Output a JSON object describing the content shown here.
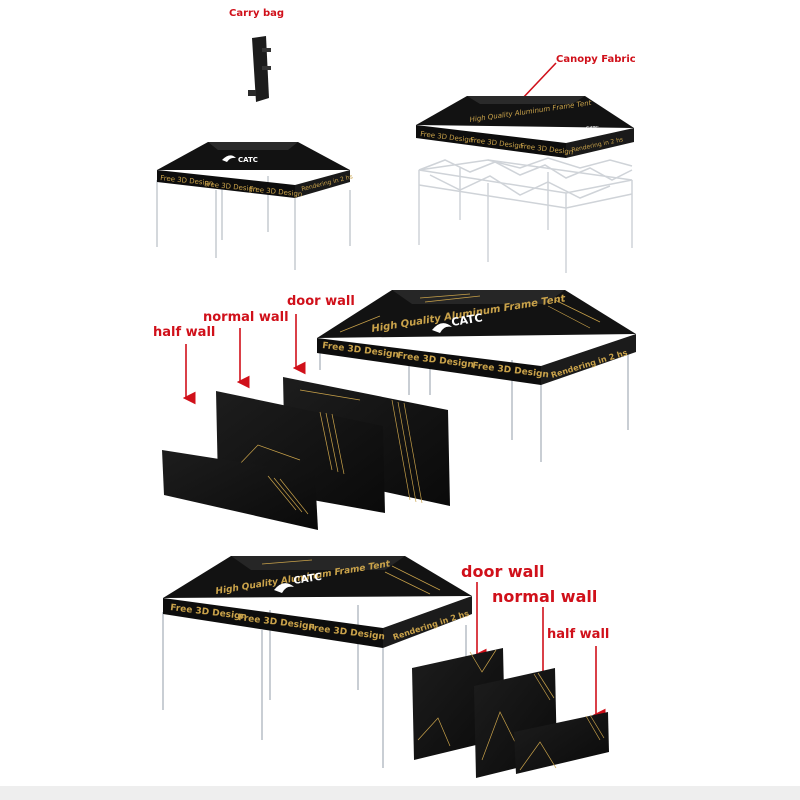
{
  "labels": {
    "carry_bag": "Carry bag",
    "canopy_fabric": "Canopy Fabric",
    "mid_half_wall": "half wall",
    "mid_normal_wall": "normal wall",
    "mid_door_wall": "door wall",
    "bot_door_wall": "door wall",
    "bot_normal_wall": "normal wall",
    "bot_half_wall": "half wall"
  },
  "canopy": {
    "brand": "CATC",
    "slogan": "High Quality Aluminum Frame Tent",
    "free_design": "Free 3D Design",
    "rendering": "Rendering in 2 hs",
    "rendering_alt": "Rendering in 2 hs"
  },
  "colors": {
    "label_red": "#d0101a",
    "canopy_black": "#111111",
    "gold": "#c9a24a",
    "frame_gray": "#cfd3d8",
    "wall_black": "#141414"
  },
  "icons": [
    "eagle-logo-icon",
    "arrow-down-icon"
  ]
}
